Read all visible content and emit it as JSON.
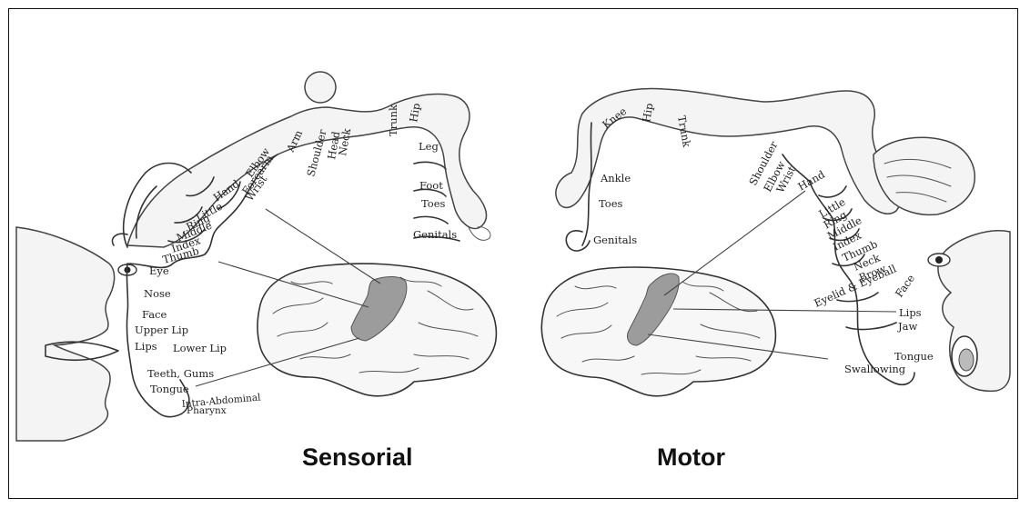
{
  "sensorial": {
    "title": "Sensorial",
    "labels": [
      "Trunk",
      "Hip",
      "Leg",
      "Foot",
      "Toes",
      "Genitals",
      "Arm",
      "Shoulder",
      "Head",
      "Neck",
      "Elbow",
      "Forearm",
      "Wrist",
      "Hand",
      "Little",
      "Ring",
      "Middle",
      "Index",
      "Thumb",
      "Eye",
      "Nose",
      "Face",
      "Upper Lip",
      "Lips",
      "Lower Lip",
      "Teeth, Gums",
      "Tongue",
      "Intra-Abdominal",
      "Pharynx"
    ]
  },
  "motor": {
    "title": "Motor",
    "labels": [
      "Knee",
      "Hip",
      "Trunk",
      "Ankle",
      "Toes",
      "Genitals",
      "Shoulder",
      "Elbow",
      "Wrist",
      "Hand",
      "Little",
      "Ring",
      "Middle",
      "Index",
      "Thumb",
      "Neck",
      "Brow",
      "Eyelid & Eyeball",
      "Face",
      "Lips",
      "Jaw",
      "Tongue",
      "Swallowing"
    ]
  },
  "colors": {
    "gyrus": "#9c9c9c",
    "ink": "#333333",
    "border": "#111111"
  }
}
